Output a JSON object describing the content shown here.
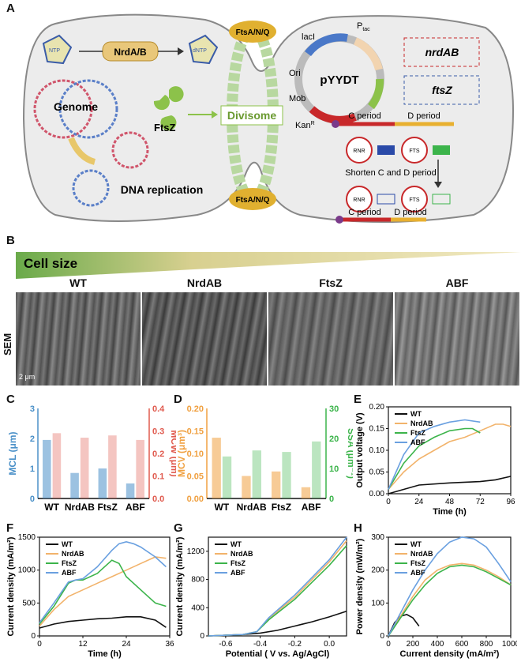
{
  "panels": {
    "A": "A",
    "B": "B",
    "C": "C",
    "D": "D",
    "E": "E",
    "F": "F",
    "G": "G",
    "H": "H"
  },
  "panelA": {
    "ntp_left": "NTP",
    "ntp_right": "dNTP",
    "nrd_enzyme": "NrdA/B",
    "genome": "Genome",
    "ftsz": "FtsZ",
    "divisome": "Divisome",
    "fts_top": "FtsA/N/Q",
    "fts_bottom": "FtsA/N/Q",
    "dna_replication": "DNA replication",
    "plasmid_name": "pYYDT",
    "lacI": "lacI",
    "ptac": "P",
    "ptac_sub": "tac",
    "ori": "Ori",
    "mob": "Mob",
    "kan": "Kan",
    "kan_sup": "R",
    "gene1": "nrdAB",
    "gene2": "ftsZ",
    "c_period": "C period",
    "d_period": "D period",
    "rnr": "RNR",
    "fts": "FTS",
    "shorten": "Shorten C and D period",
    "c_period2": "C period",
    "d_period2": "D period"
  },
  "panelB": {
    "cell_size": "Cell size",
    "labels": [
      "WT",
      "NrdAB",
      "FtsZ",
      "ABF"
    ],
    "sem": "SEM",
    "scale": "2 μm"
  },
  "chart_data": [
    {
      "id": "C",
      "type": "bar",
      "categories": [
        "WT",
        "NrdAB",
        "FtsZ",
        "ABF"
      ],
      "series": [
        {
          "name": "MCL",
          "axis": "left",
          "color": "#4a90c8",
          "values": [
            1.95,
            0.85,
            1.0,
            0.5
          ]
        },
        {
          "name": "MCW",
          "axis": "right",
          "color": "#e05a4e",
          "values": [
            0.29,
            0.27,
            0.28,
            0.26
          ]
        }
      ],
      "ylabel_left": "MCL (μm)",
      "ylim_left": [
        0,
        3
      ],
      "yticks_left": [
        "0",
        "1",
        "2",
        "3"
      ],
      "ylabel_right": "MCW (μm)",
      "ylim_right": [
        0,
        0.4
      ],
      "yticks_right": [
        "0.0",
        "0.1",
        "0.2",
        "0.3",
        "0.4"
      ]
    },
    {
      "id": "D",
      "type": "bar",
      "categories": [
        "WT",
        "NrdAB",
        "FtsZ",
        "ABF"
      ],
      "series": [
        {
          "name": "MCV",
          "axis": "left",
          "color": "#f0a040",
          "values": [
            0.135,
            0.05,
            0.06,
            0.025
          ]
        },
        {
          "name": "SSA",
          "axis": "right",
          "color": "#3cb44b",
          "values": [
            14,
            16,
            15.5,
            19
          ]
        }
      ],
      "ylabel_left": "MCV (μm³)",
      "ylim_left": [
        0,
        0.2
      ],
      "yticks_left": [
        "0.00",
        "0.05",
        "0.10",
        "0.15",
        "0.20"
      ],
      "ylabel_right": "SSA (μm⁻¹)",
      "ylim_right": [
        0,
        30
      ],
      "yticks_right": [
        "0",
        "10",
        "20",
        "30"
      ]
    },
    {
      "id": "E",
      "type": "line",
      "xlabel": "Time (h)",
      "ylabel": "Output voltage (V)",
      "xlim": [
        0,
        96
      ],
      "ylim": [
        0,
        0.2
      ],
      "xticks": [
        "0",
        "24",
        "48",
        "72",
        "96"
      ],
      "yticks": [
        "0.00",
        "0.05",
        "0.10",
        "0.15",
        "0.20"
      ],
      "legend": [
        "WT",
        "NrdAB",
        "FtsZ",
        "ABF"
      ],
      "series": [
        {
          "name": "WT",
          "color": "#111111",
          "x": [
            0,
            12,
            24,
            48,
            72,
            84,
            96
          ],
          "y": [
            0.0,
            0.01,
            0.02,
            0.025,
            0.028,
            0.032,
            0.04
          ]
        },
        {
          "name": "NrdAB",
          "color": "#f2b36b",
          "x": [
            0,
            6,
            12,
            24,
            36,
            48,
            60,
            72,
            84,
            90,
            96
          ],
          "y": [
            0.01,
            0.03,
            0.05,
            0.08,
            0.1,
            0.12,
            0.13,
            0.145,
            0.16,
            0.16,
            0.155
          ]
        },
        {
          "name": "FtsZ",
          "color": "#3cb44b",
          "x": [
            0,
            6,
            12,
            24,
            36,
            48,
            60,
            66,
            72
          ],
          "y": [
            0.01,
            0.04,
            0.07,
            0.11,
            0.13,
            0.145,
            0.15,
            0.15,
            0.14
          ]
        },
        {
          "name": "ABF",
          "color": "#6aa0e0",
          "x": [
            0,
            6,
            12,
            24,
            36,
            48,
            60,
            72
          ],
          "y": [
            0.01,
            0.05,
            0.09,
            0.14,
            0.155,
            0.165,
            0.17,
            0.165
          ]
        }
      ]
    },
    {
      "id": "F",
      "type": "line",
      "xlabel": "Time (h)",
      "ylabel": "Current density (mA/m²)",
      "xlim": [
        0,
        36
      ],
      "ylim": [
        0,
        1500
      ],
      "xticks": [
        "0",
        "12",
        "24",
        "36"
      ],
      "yticks": [
        "0",
        "500",
        "1000",
        "1500"
      ],
      "legend": [
        "WT",
        "NrdAB",
        "FtsZ",
        "ABF"
      ],
      "series": [
        {
          "name": "WT",
          "color": "#111111",
          "x": [
            0,
            4,
            8,
            12,
            16,
            20,
            24,
            28,
            32,
            35
          ],
          "y": [
            120,
            180,
            220,
            240,
            260,
            270,
            290,
            290,
            240,
            130
          ]
        },
        {
          "name": "NrdAB",
          "color": "#f2b36b",
          "x": [
            0,
            4,
            8,
            12,
            16,
            20,
            24,
            28,
            32,
            35
          ],
          "y": [
            150,
            400,
            600,
            700,
            800,
            900,
            1000,
            1100,
            1200,
            1180
          ]
        },
        {
          "name": "FtsZ",
          "color": "#3cb44b",
          "x": [
            0,
            4,
            8,
            10,
            12,
            16,
            20,
            22,
            24,
            28,
            32,
            35
          ],
          "y": [
            180,
            450,
            800,
            850,
            850,
            950,
            1150,
            1100,
            900,
            700,
            500,
            450
          ]
        },
        {
          "name": "ABF",
          "color": "#6aa0e0",
          "x": [
            0,
            4,
            8,
            10,
            12,
            16,
            20,
            22,
            24,
            26,
            28,
            32,
            35
          ],
          "y": [
            200,
            500,
            820,
            850,
            870,
            1050,
            1300,
            1400,
            1430,
            1400,
            1350,
            1200,
            1050
          ]
        }
      ]
    },
    {
      "id": "G",
      "type": "line",
      "xlabel": "Potential ( V vs. Ag/AgCl)",
      "ylabel": "Current density (mA/m²)",
      "xlim": [
        -0.7,
        0.1
      ],
      "ylim": [
        0,
        1400
      ],
      "xticks": [
        "-0.6",
        "-0.4",
        "-0.2",
        "0.0"
      ],
      "yticks": [
        "0",
        "400",
        "800",
        "1200"
      ],
      "legend": [
        "WT",
        "NrdAB",
        "FtsZ",
        "ABF"
      ],
      "series": [
        {
          "name": "WT",
          "color": "#111111",
          "x": [
            -0.7,
            -0.5,
            -0.4,
            -0.3,
            -0.2,
            -0.1,
            0.0,
            0.1
          ],
          "y": [
            0,
            20,
            40,
            80,
            140,
            200,
            270,
            350
          ]
        },
        {
          "name": "NrdAB",
          "color": "#f2b36b",
          "x": [
            -0.7,
            -0.5,
            -0.42,
            -0.35,
            -0.2,
            -0.1,
            0.0,
            0.1
          ],
          "y": [
            0,
            20,
            60,
            250,
            550,
            800,
            1050,
            1350
          ]
        },
        {
          "name": "FtsZ",
          "color": "#3cb44b",
          "x": [
            -0.7,
            -0.5,
            -0.42,
            -0.35,
            -0.2,
            -0.1,
            0.0,
            0.1
          ],
          "y": [
            0,
            20,
            60,
            230,
            520,
            760,
            1000,
            1280
          ]
        },
        {
          "name": "ABF",
          "color": "#6aa0e0",
          "x": [
            -0.7,
            -0.5,
            -0.42,
            -0.35,
            -0.2,
            -0.1,
            0.0,
            0.1
          ],
          "y": [
            0,
            20,
            60,
            260,
            580,
            830,
            1080,
            1400
          ]
        }
      ]
    },
    {
      "id": "H",
      "type": "line",
      "xlabel": "Current density (mA/m²)",
      "ylabel": "Power density (mW/m²)",
      "xlim": [
        0,
        1000
      ],
      "ylim": [
        0,
        300
      ],
      "xticks": [
        "0",
        "200",
        "400",
        "600",
        "800",
        "1000"
      ],
      "yticks": [
        "0",
        "100",
        "200",
        "300"
      ],
      "legend": [
        "WT",
        "NrdAB",
        "FtsZ",
        "ABF"
      ],
      "series": [
        {
          "name": "WT",
          "color": "#111111",
          "x": [
            0,
            50,
            100,
            150,
            200,
            250
          ],
          "y": [
            0,
            40,
            60,
            65,
            55,
            30
          ]
        },
        {
          "name": "NrdAB",
          "color": "#f2b36b",
          "x": [
            0,
            100,
            200,
            300,
            400,
            500,
            600,
            700,
            800,
            900,
            1000
          ],
          "y": [
            0,
            60,
            120,
            170,
            200,
            215,
            220,
            215,
            200,
            180,
            155
          ]
        },
        {
          "name": "FtsZ",
          "color": "#3cb44b",
          "x": [
            0,
            100,
            200,
            300,
            400,
            500,
            600,
            700,
            800,
            900,
            1000
          ],
          "y": [
            0,
            55,
            110,
            155,
            190,
            210,
            215,
            210,
            195,
            175,
            155
          ]
        },
        {
          "name": "ABF",
          "color": "#6aa0e0",
          "x": [
            0,
            100,
            200,
            300,
            400,
            500,
            600,
            700,
            800,
            900,
            1000
          ],
          "y": [
            0,
            70,
            140,
            200,
            250,
            285,
            300,
            295,
            270,
            220,
            165
          ]
        }
      ]
    }
  ]
}
